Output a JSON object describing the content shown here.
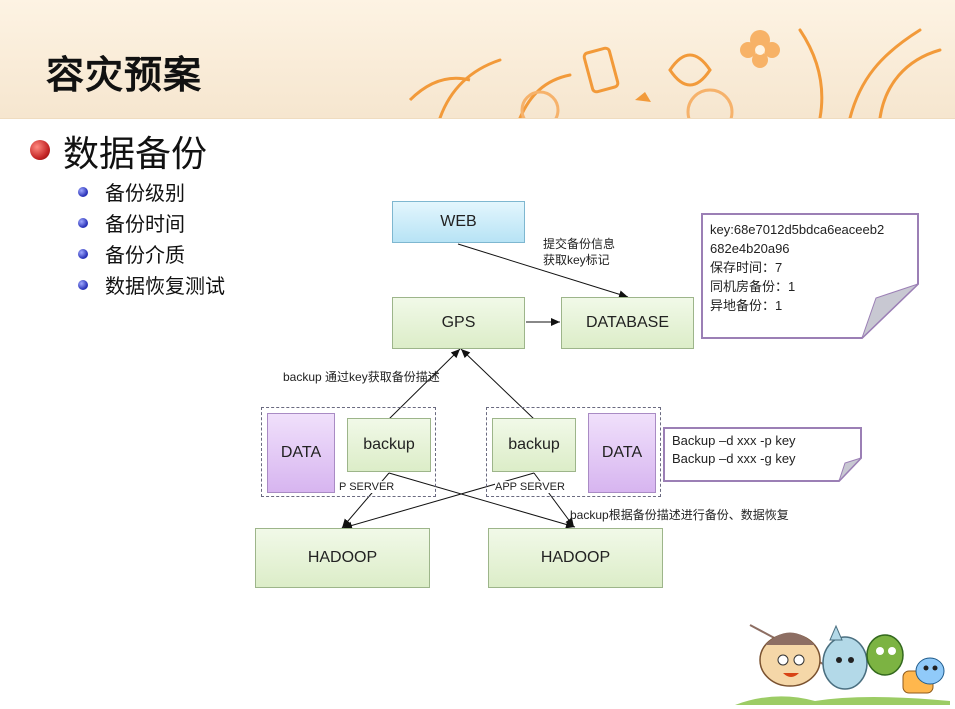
{
  "slide": {
    "title": "容灾预案",
    "main_bullet": "数据备份",
    "sub_bullets": [
      "备份级别",
      "备份时间",
      "备份介质",
      "数据恢复测试"
    ]
  },
  "diagram": {
    "nodes": {
      "web": "WEB",
      "gps": "GPS",
      "database": "DATABASE",
      "data_left": "DATA",
      "backup_left": "backup",
      "backup_right": "backup",
      "data_right": "DATA",
      "hadoop_left": "HADOOP",
      "hadoop_right": "HADOOP"
    },
    "group_labels": {
      "left": "P SERVER",
      "right": "APP SERVER"
    },
    "annotations": {
      "web_to_db_line1": "提交备份信息",
      "web_to_db_line2": "获取key标记",
      "backup_to_gps": "backup 通过key获取备份描述",
      "backup_to_hadoop": "backup根据备份描述进行备份、数据恢复"
    },
    "notes": {
      "key_info": [
        "key:68e7012d5bdca6eaceeb2",
        "682e4b20a96",
        "保存时间：7",
        "同机房备份：1",
        "异地备份：1"
      ],
      "commands": [
        "Backup –d xxx -p key",
        "Backup –d xxx -g key"
      ]
    }
  },
  "colors": {
    "box_green": "#dcedc8",
    "box_blue": "#b7e3f5",
    "box_purple": "#d7b5f0",
    "note_border": "#9b7fb5",
    "accent_orange": "#f29a3a"
  }
}
